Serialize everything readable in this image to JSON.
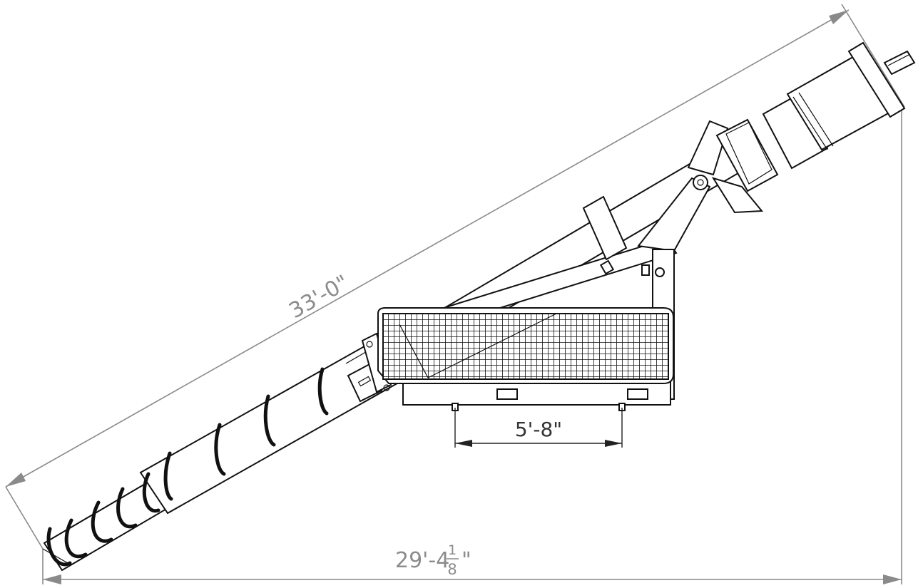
{
  "dimensions": {
    "overall_length": "33'-0\"",
    "horizontal_span": {
      "main": "29'-4",
      "frac_num": "1",
      "frac_den": "8",
      "unit": "\""
    },
    "hopper_width": "5'-8\""
  }
}
